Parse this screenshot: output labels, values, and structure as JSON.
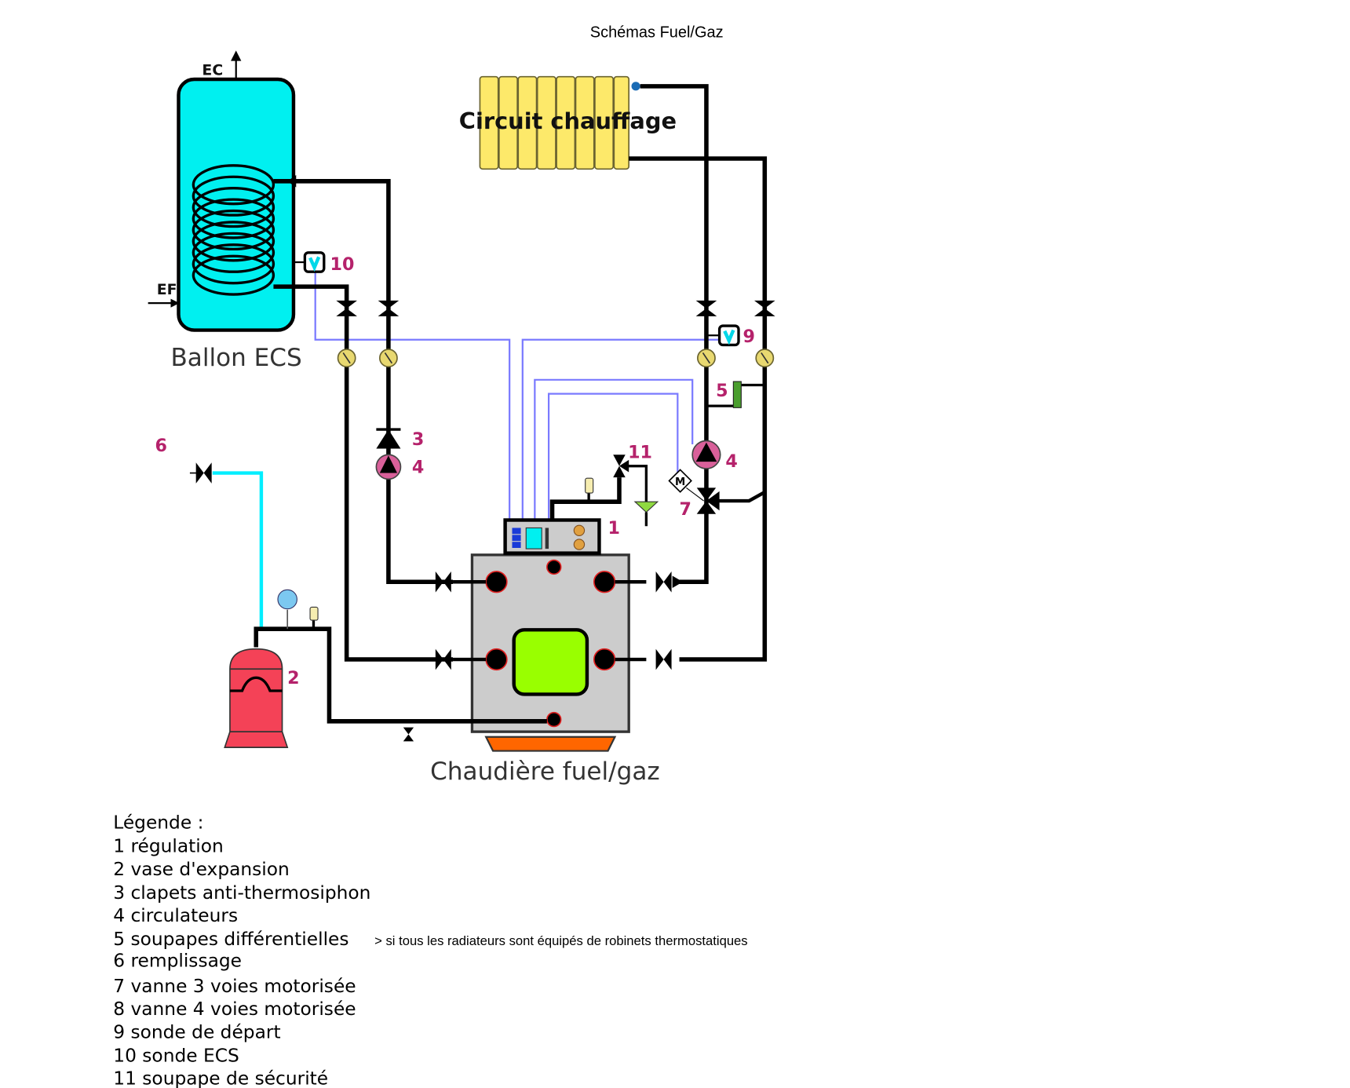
{
  "page": {
    "title": "Schémas Fuel/Gaz"
  },
  "diagram": {
    "ballon_label": "Ballon ECS",
    "ec_label": "EC",
    "ef_label": "EF",
    "circuit_label": "Circuit chauffage",
    "chaudiere_label": "Chaudière fuel/gaz",
    "callouts": {
      "n1": "1",
      "n2": "2",
      "n3": "3",
      "n4a": "4",
      "n4b": "4",
      "n5": "5",
      "n6": "6",
      "n7": "7",
      "n9": "9",
      "n10": "10",
      "n11": "11"
    },
    "motor_label": "M",
    "colors": {
      "ballon": "#00f0f0",
      "radiator": "#fde96a",
      "boiler": "#cccccc",
      "burner_window": "#99ff00",
      "burner_base": "#ff6600",
      "expansion_vessel": "#f44257",
      "pump": "#d9609a",
      "callout": "#b5226b",
      "sensor_wire": "#7a7aff",
      "fill_pipe": "#00eeff"
    }
  },
  "legend": {
    "heading": "Légende :",
    "items": [
      "1 régulation",
      "2 vase d'expansion",
      "3 clapets anti-thermosiphon",
      "4 circulateurs",
      "5 soupapes différentielles",
      "6  remplissage",
      "7 vanne 3 voies motorisée",
      "8 vanne 4 voies motorisée",
      "9 sonde de départ",
      "10 sonde ECS",
      "11 soupape de sécurité"
    ],
    "note_5": "> si tous les radiateurs sont équipés de robinets thermostatiques"
  }
}
